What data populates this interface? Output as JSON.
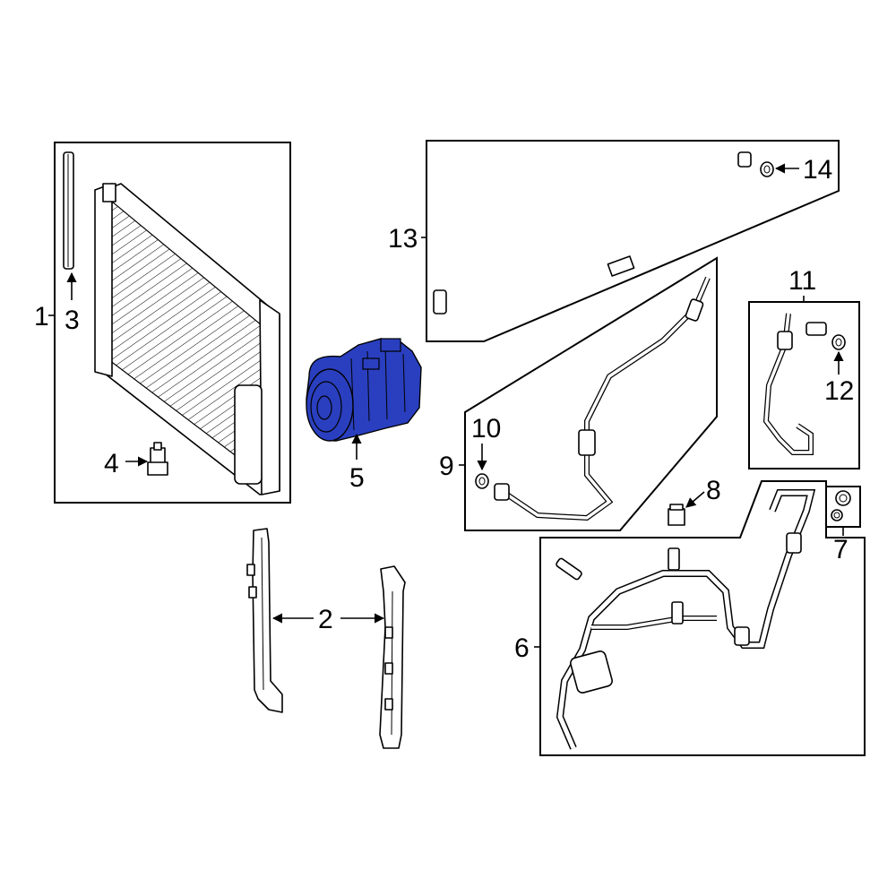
{
  "diagram": {
    "highlight_color": "#2a3fbf",
    "callouts": [
      "1",
      "2",
      "3",
      "4",
      "5",
      "6",
      "7",
      "8",
      "9",
      "10",
      "11",
      "12",
      "13",
      "14"
    ]
  }
}
